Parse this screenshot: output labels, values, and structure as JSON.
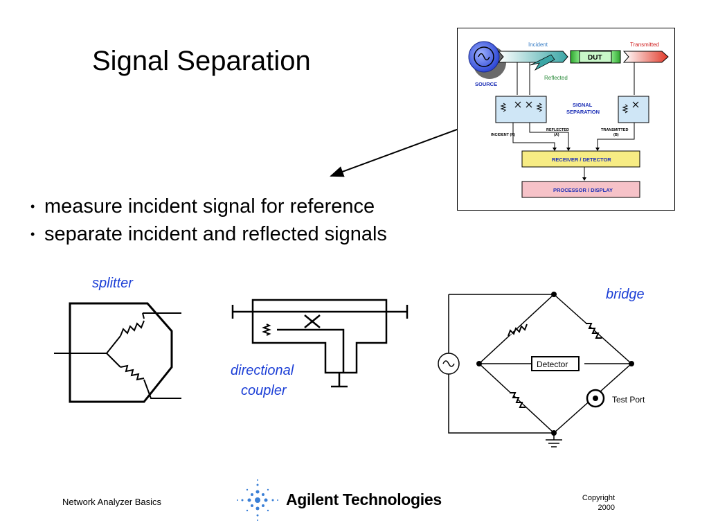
{
  "slide": {
    "title": "Signal Separation",
    "bullets": [
      "measure incident signal for reference",
      "separate incident and reflected signals"
    ]
  },
  "inset": {
    "incident": "Incident",
    "transmitted": "Transmitted",
    "reflected": "Reflected",
    "dut": "DUT",
    "source": "SOURCE",
    "signal_separation_1": "SIGNAL",
    "signal_separation_2": "SEPARATION",
    "incident_r": "INCIDENT (R)",
    "reflected_a_1": "REFLECTED",
    "reflected_a_2": "(A)",
    "transmitted_b_1": "TRANSMITTED",
    "transmitted_b_2": "(B)",
    "receiver": "RECEIVER / DETECTOR",
    "processor": "PROCESSOR / DISPLAY"
  },
  "circuits": {
    "splitter": "splitter",
    "coupler_1": "directional",
    "coupler_2": "coupler",
    "bridge": "bridge",
    "detector": "Detector",
    "test_port": "Test Port"
  },
  "footer": {
    "left": "Network Analyzer Basics",
    "company": "Agilent Technologies",
    "copyright_1": "Copyright",
    "copyright_2": "2000"
  },
  "colors": {
    "accent_blue": "#1c3fd6",
    "source_blue": "#2f49d6",
    "incident_teal": "#3aa6a6",
    "dut_green": "#3fd63f",
    "transmitted_red": "#e23a2a",
    "box_blue": "#cfe6f6",
    "receiver_yellow": "#f7ec84",
    "processor_pink": "#f6c2c8"
  }
}
